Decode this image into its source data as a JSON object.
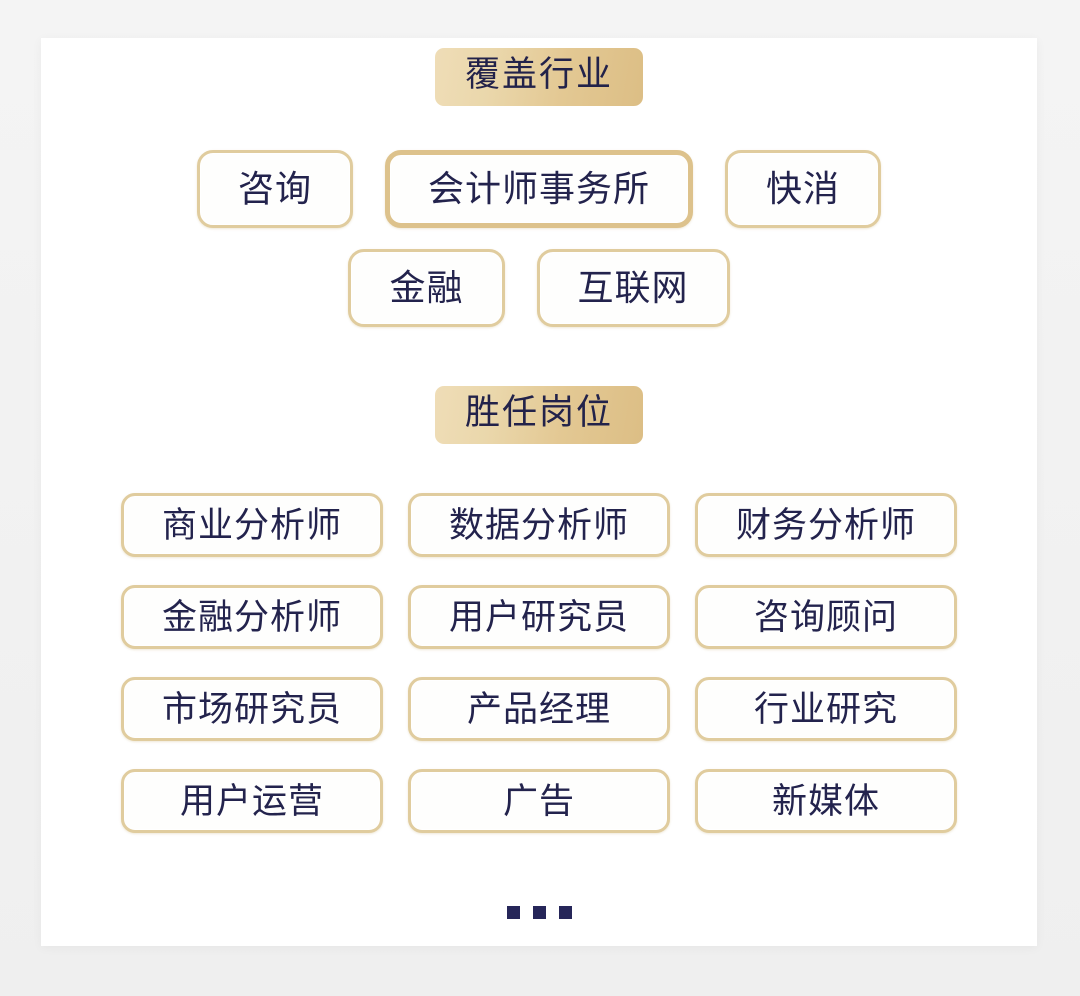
{
  "theme": {
    "page_background": "#f2f2f2",
    "card_background": "#ffffff",
    "badge_gradient_start": "#efddb7",
    "badge_gradient_end": "#dcbe85",
    "tag_border": "#e0cc9e",
    "text_color": "#23234d",
    "dot_color": "#262659"
  },
  "sections": [
    {
      "heading": "覆盖行业",
      "rows": [
        [
          {
            "label": "咨询",
            "emphasis": false
          },
          {
            "label": "会计师事务所",
            "emphasis": true
          },
          {
            "label": "快消",
            "emphasis": false
          }
        ],
        [
          {
            "label": "金融",
            "emphasis": false
          },
          {
            "label": "互联网",
            "emphasis": false
          }
        ]
      ]
    },
    {
      "heading": "胜任岗位",
      "grid": [
        {
          "label": "商业分析师"
        },
        {
          "label": "数据分析师"
        },
        {
          "label": "财务分析师"
        },
        {
          "label": "金融分析师"
        },
        {
          "label": "用户研究员"
        },
        {
          "label": "咨询顾问"
        },
        {
          "label": "市场研究员"
        },
        {
          "label": "产品经理"
        },
        {
          "label": "行业研究"
        },
        {
          "label": "用户运营"
        },
        {
          "label": "广告"
        },
        {
          "label": "新媒体"
        }
      ],
      "more_indicator": "•••"
    }
  ]
}
